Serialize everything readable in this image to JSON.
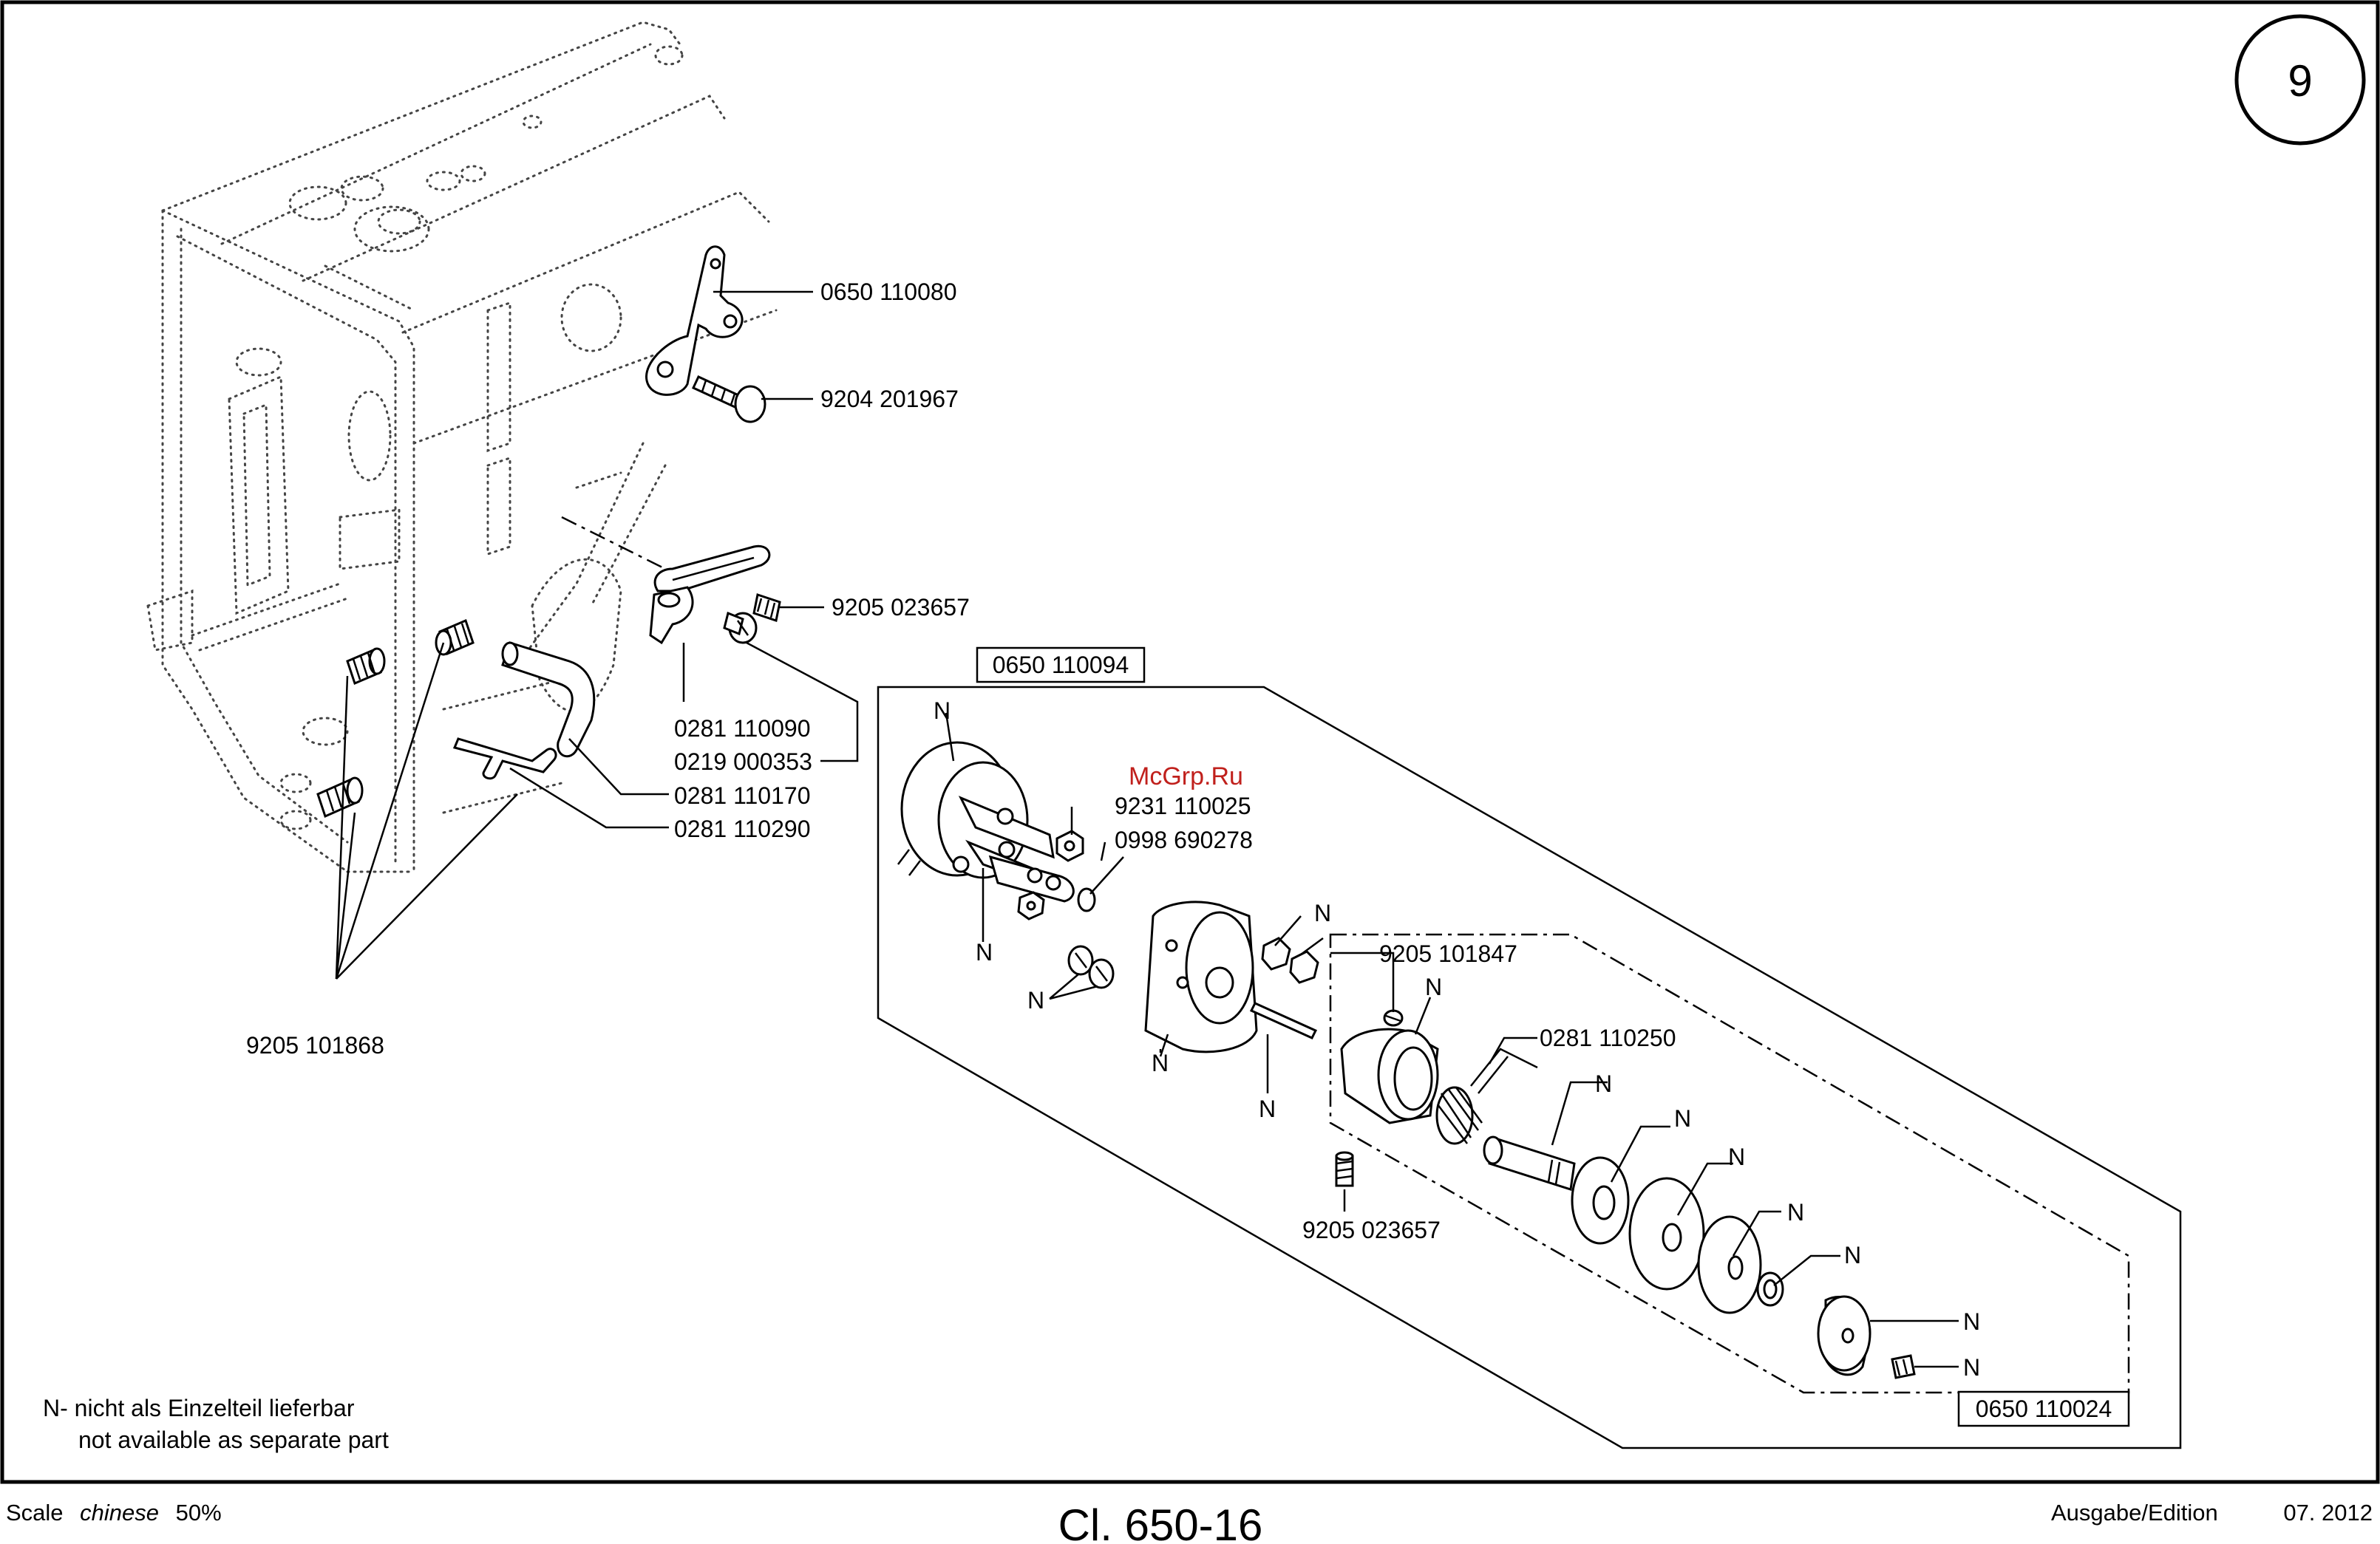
{
  "sheet": {
    "page_number": "9",
    "title": "Cl. 650-16",
    "scale_label": "Scale",
    "scale_lang": "chinese",
    "scale_value": "50%",
    "edition_label": "Ausgabe/Edition",
    "edition_value": "07. 2012",
    "watermark": "McGrp.Ru"
  },
  "legend": {
    "line1": "N- nicht als Einzelteil lieferbar",
    "line2": "not available as separate part"
  },
  "parts": {
    "p_0650_110080": "0650 110080",
    "p_9204_201967": "9204 201967",
    "p_9205_023657_top": "9205 023657",
    "p_0281_110090": "0281 110090",
    "p_0219_000353": "0219 000353",
    "p_0281_110170": "0281 110170",
    "p_0281_110290": "0281 110290",
    "p_9205_101868": "9205 101868",
    "p_9231_110025": "9231 110025",
    "p_0998_690278": "0998 690278",
    "p_9205_101847": "9205 101847",
    "p_0281_110250": "0281 110250",
    "p_9205_023657_low": "9205 023657"
  },
  "groups": {
    "group_0650_110094": "0650 110094",
    "group_0650_110024": "0650 110024"
  },
  "n_marker": "N"
}
